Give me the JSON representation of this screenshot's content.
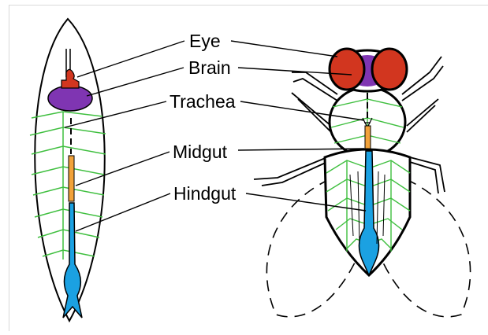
{
  "labels": {
    "eye": "Eye",
    "brain": "Brain",
    "trachea": "Trachea",
    "midgut": "Midgut",
    "hindgut": "Hindgut"
  },
  "colors": {
    "eye": "#d2361f",
    "brain": "#7f35b2",
    "trachea": "#3fbf3f",
    "midgut": "#f2a23a",
    "hindgut": "#1ba1e2",
    "outline": "#000000",
    "frame": "#d9d9d9"
  }
}
